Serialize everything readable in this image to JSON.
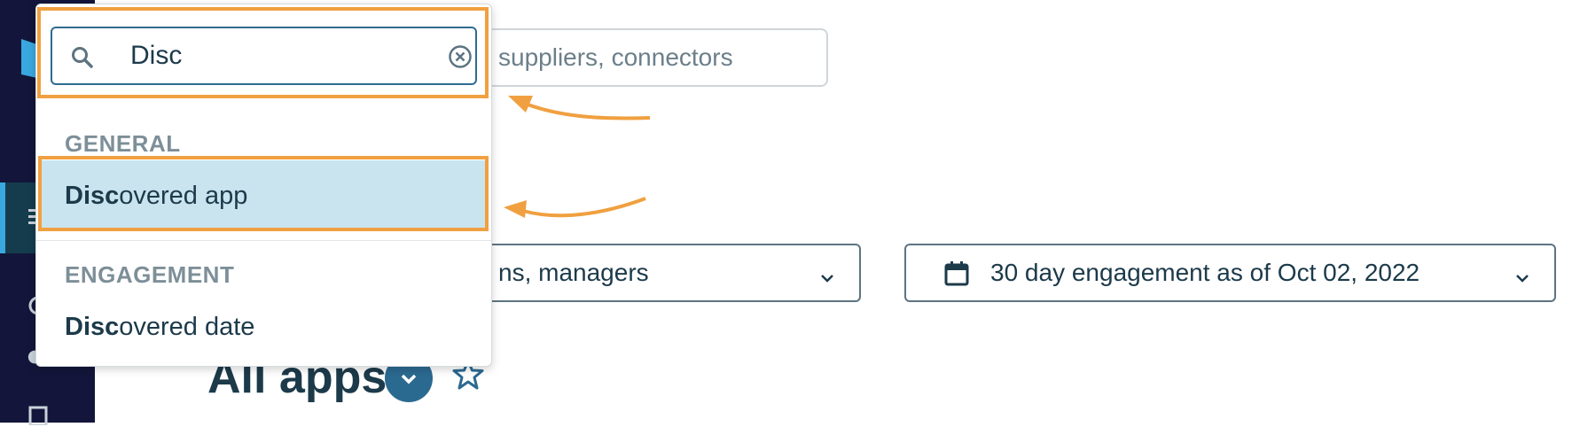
{
  "background": {
    "search_placeholder": "suppliers, connectors",
    "page_title": "lio",
    "people_filter_value": "ns, managers",
    "date_filter_value": "30 day engagement as of Oct 02, 2022",
    "section_title": "All apps"
  },
  "dropdown": {
    "search_value": "Disc",
    "groups": [
      {
        "label": "GENERAL",
        "options": [
          {
            "match": "Disc",
            "rest": "overed app",
            "highlighted": true
          }
        ]
      },
      {
        "label": "ENGAGEMENT",
        "options": [
          {
            "match": "Disc",
            "rest": "overed date",
            "highlighted": false
          }
        ]
      }
    ]
  },
  "colors": {
    "rail": "#13163a",
    "accent": "#3aa8e0",
    "highlight_row": "#c9e4ef",
    "annotation": "#f0a040",
    "text": "#1c3a4a"
  },
  "icons": [
    "logo-icon",
    "search-icon",
    "clear-icon",
    "chevron-down-icon",
    "calendar-icon",
    "star-icon"
  ]
}
